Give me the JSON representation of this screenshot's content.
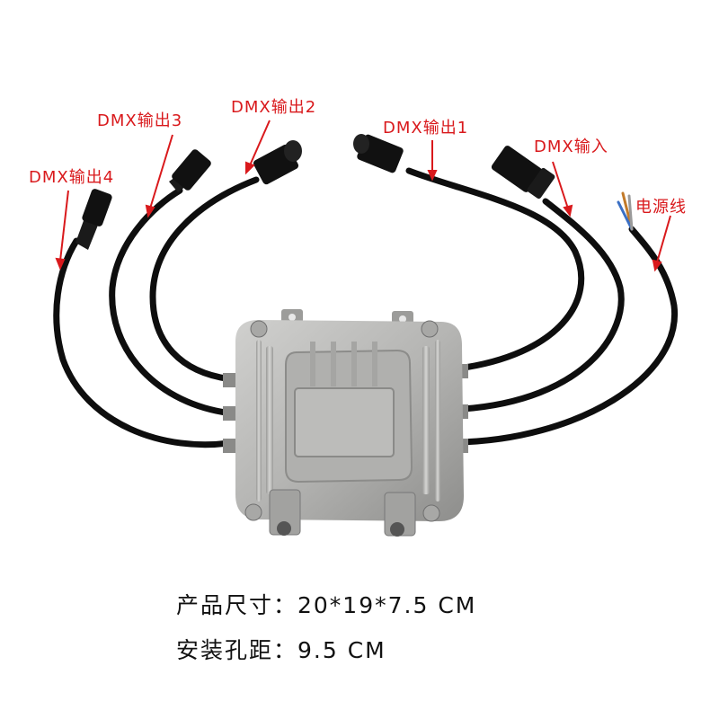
{
  "labels": {
    "dmx_out_4": "DMX输出4",
    "dmx_out_3": "DMX输出3",
    "dmx_out_2": "DMX输出2",
    "dmx_out_1": "DMX输出1",
    "dmx_in": "DMX输入",
    "power_line": "电源线"
  },
  "specs": {
    "size": "产品尺寸：20*19*7.5 CM",
    "hole_spacing": "安装孔距：9.5 CM"
  },
  "colors": {
    "label_red": "#d9191c",
    "cable_black": "#0e0e0e",
    "enclosure_gray": "#b4b4b2"
  }
}
